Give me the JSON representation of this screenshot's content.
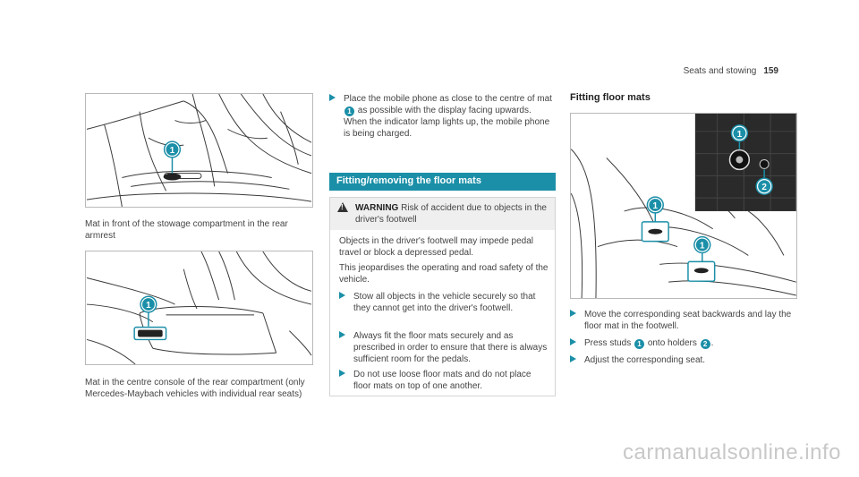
{
  "header": {
    "section": "Seats and stowing",
    "page": "159"
  },
  "captions": {
    "fig1": "Mat in front of the stowage compartment in the rear armrest",
    "fig2": "Mat in the centre console of the rear compartment (only Mercedes-Maybach vehicles with individual rear seats)"
  },
  "instruction_top": {
    "part1": "Place the mobile phone as close to the centre of mat",
    "badge": "1",
    "part2": "as possible with the display facing upwards.",
    "part3": "When the indicator lamp lights up, the mobile phone is being charged."
  },
  "section_title": "Fitting/removing the floor mats",
  "warning": {
    "label": "WARNING",
    "title": "Risk of accident due to objects in the driver's footwell",
    "para1": "Objects in the driver's footwell may impede pedal travel or block a depressed pedal.",
    "para2": "This jeopardises the operating and road safety of the vehicle.",
    "bullets": [
      "Stow all objects in the vehicle securely so that they cannot get into the driver's footwell.",
      "Always fit the floor mats securely and as prescribed in order to ensure that there is always sufficient room for the pedals.",
      "Do not use loose floor mats and do not place floor mats on top of one another."
    ]
  },
  "subheading": "Fitting floor mats",
  "steps": {
    "step1": "Move the corresponding seat backwards and lay the floor mat in the footwell.",
    "step2_a": "Press studs",
    "step2_badge1": "1",
    "step2_b": "onto holders",
    "step2_badge2": "2",
    "step2_c": ".",
    "step3": "Adjust the corresponding seat."
  },
  "figure_labels": {
    "one": "1",
    "two": "2"
  },
  "watermark": "carmanualsonline.info",
  "colors": {
    "accent": "#1b8fa8",
    "line": "#3a3a3a"
  }
}
